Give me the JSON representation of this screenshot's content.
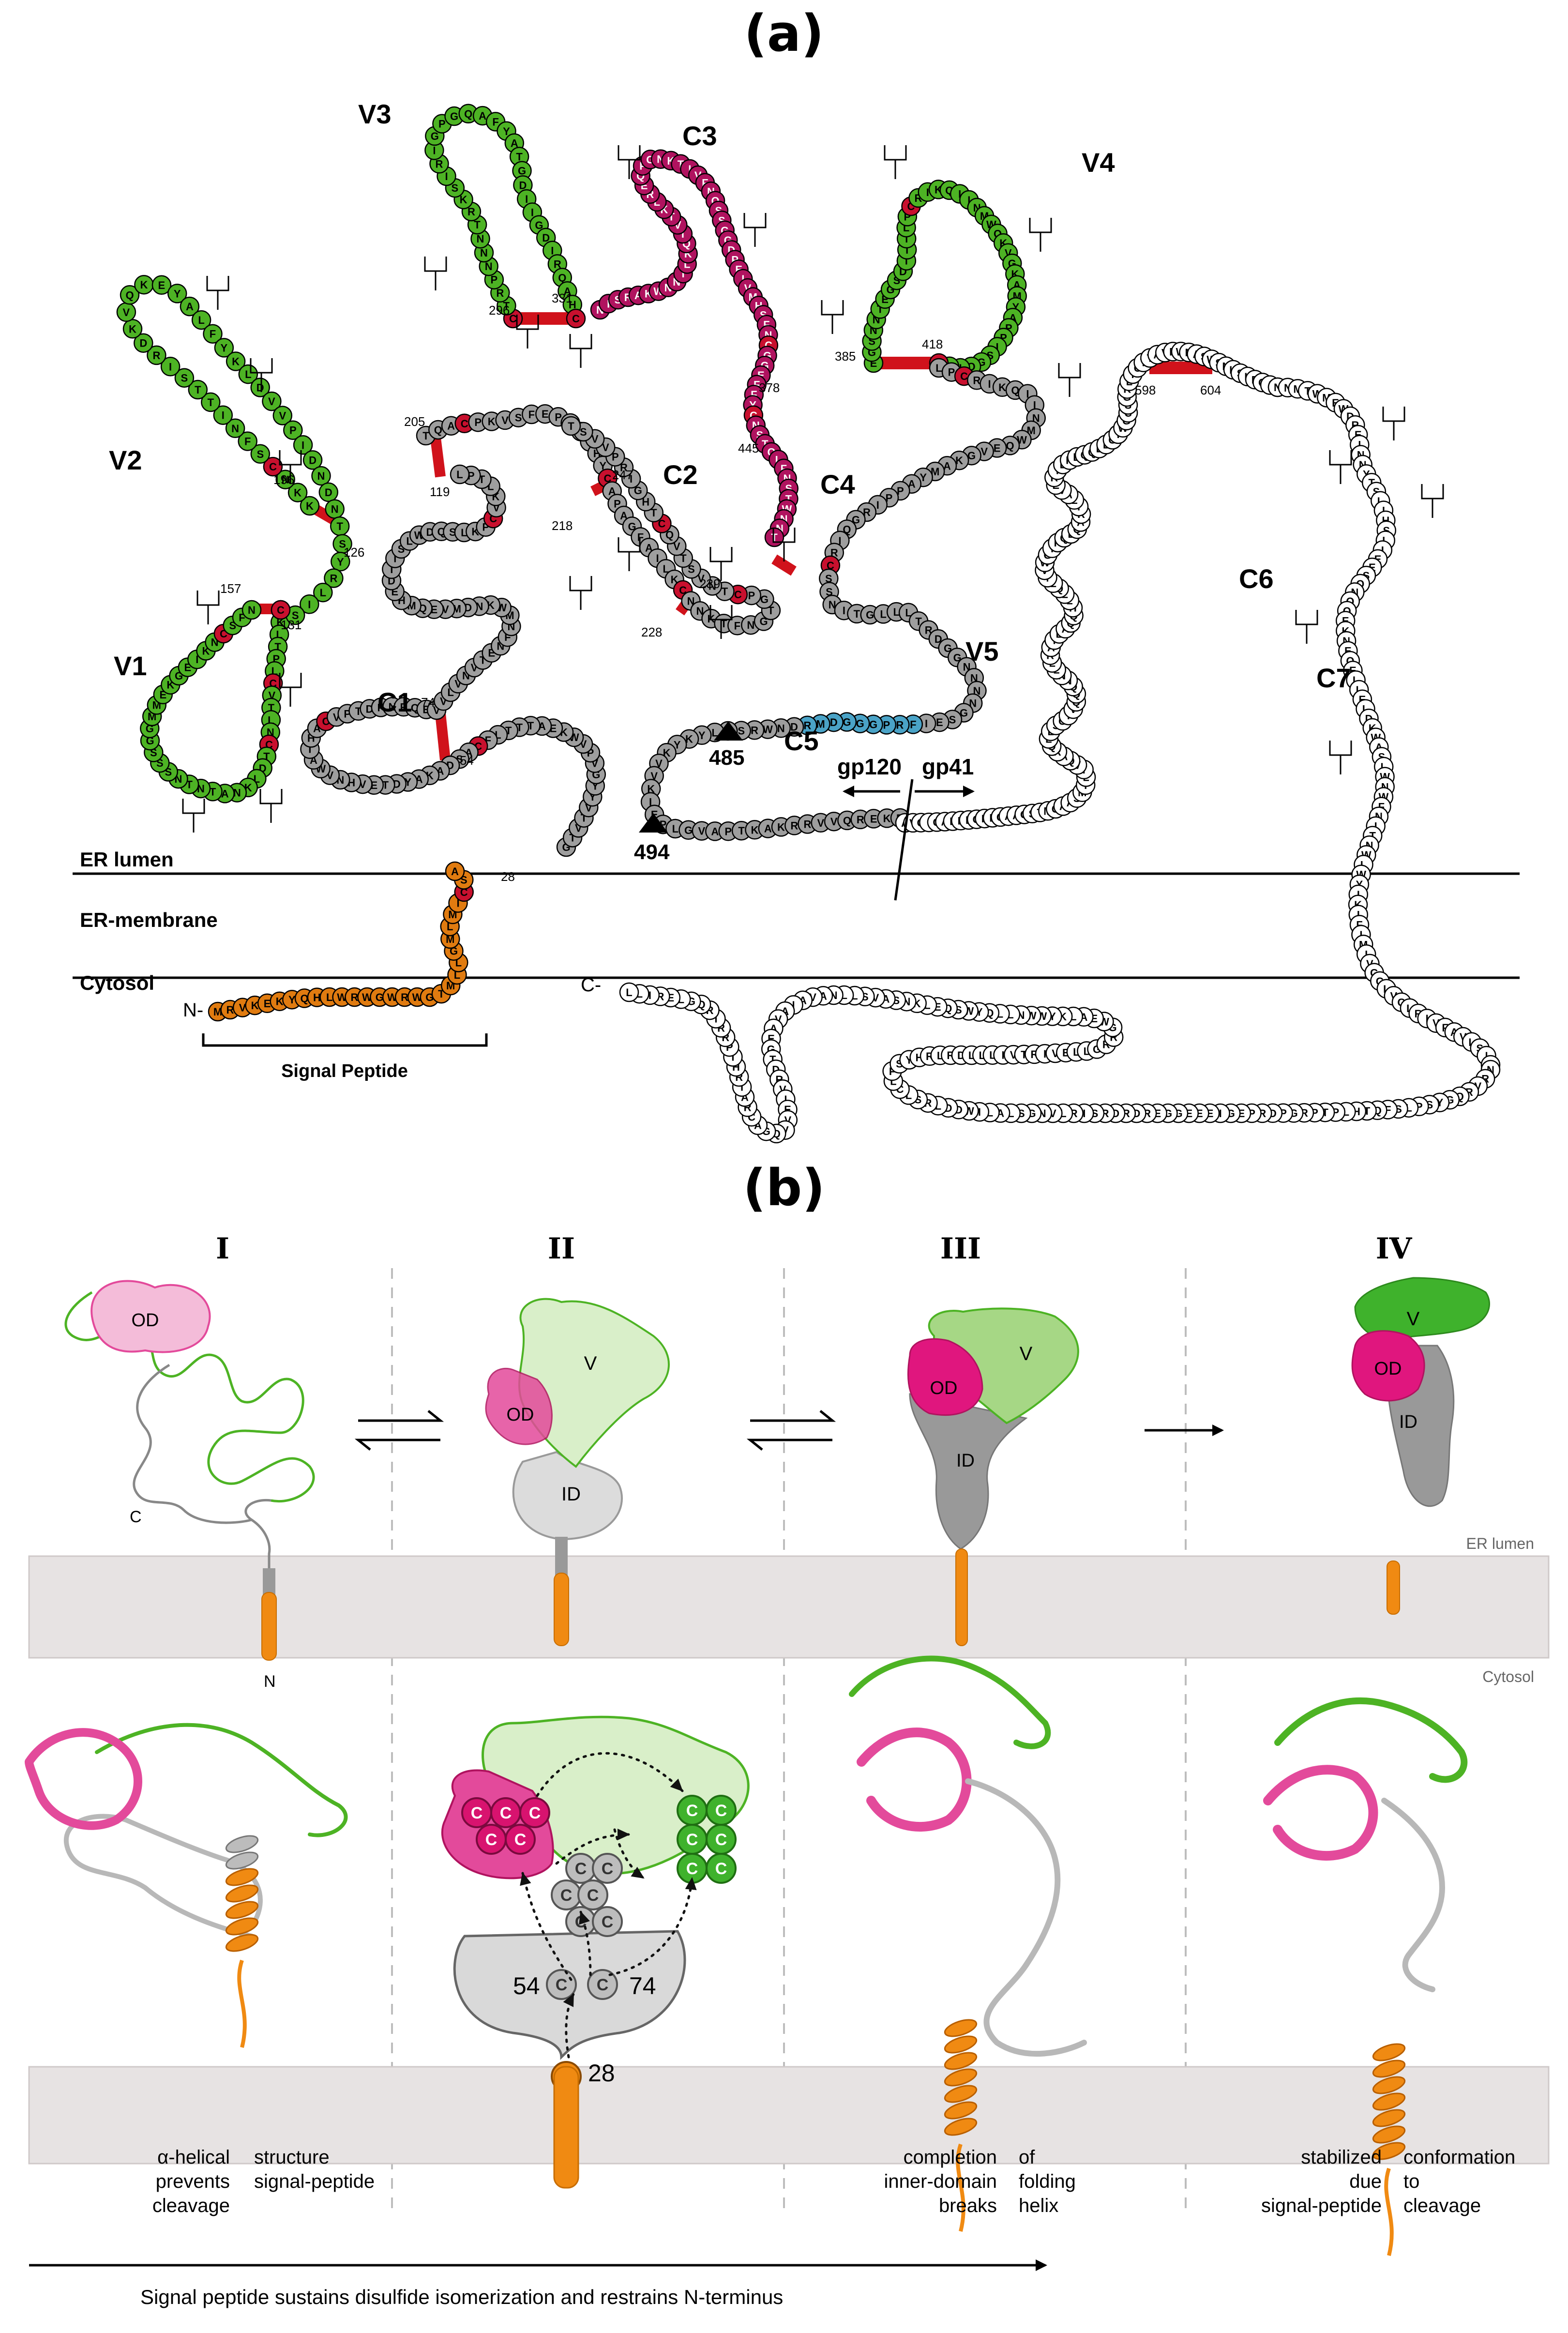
{
  "panel_a": {
    "label": "(a)",
    "regions": {
      "v1": "V1",
      "v2": "V2",
      "v3": "V3",
      "v4": "V4",
      "v5": "V5",
      "c1": "C1",
      "c2": "C2",
      "c3": "C3",
      "c4": "C4",
      "c5": "C5",
      "c6": "C6",
      "c7": "C7"
    },
    "cys_labels": [
      "296",
      "331",
      "385",
      "418",
      "378",
      "445",
      "205",
      "196",
      "126",
      "119",
      "157",
      "131",
      "247",
      "218",
      "239",
      "228",
      "74",
      "54",
      "598",
      "604",
      "28"
    ],
    "arrow_labels": [
      "485",
      "494"
    ],
    "cleavage": {
      "left": "gp120",
      "right": "gp41"
    },
    "compartments": {
      "lumen": "ER lumen",
      "membrane": "ER-membrane",
      "cytosol": "Cytosol"
    },
    "termini": {
      "n": "N-",
      "c": "C-"
    },
    "signal_peptide": "Signal Peptide",
    "colors": {
      "variable": "#4db324",
      "outer": "#b0135f",
      "inner": "#9e9e9e",
      "bridge": "#c8102e",
      "signal": "#e07b10",
      "c5_blue": "#4aa3c7"
    },
    "segments": {
      "v3": "CTRPNNNTRKSIRIGPGQAFYATGDIIGDIRQAHC",
      "c3_top": "NISRAKWNNTLKQIVTKLREQFGNKTIVFNQSSGGDPEIVMHSFNCGGEFFYCNSTQLFNSTWNNT",
      "v4": "EGSNNTEGSDTITLPCRIKQIINMWQKVGKAMYAPPISGQIRC",
      "v2": "KKNCSFNITTSIRDKVQKEYALFYKLDVVPIDNDNTSYRLISC",
      "v1": "VKLTPLCVTLNCTDLKNATNTNSSSGGMMEKGEIKNCSFN",
      "c2": "TQACPKVSFEPIPIHYCAPAGFAILKCNNKTFNGTGPCTNVSTVQCTHGIRPVVST",
      "c1": "GTVTVYYGVPVWKEATTTLFCASDAKAYDTEVHNVWATHACVPTDPNPQEVVLVNVTENFNMWKNDMVEQMHEDIISLWDQSLKPCVKLTPL",
      "c5": "LPCRIKQIINMWQEVGKAMYAPPIRGQIRCSSNITGLLLTRDGGNNNNGSEIFRPGGGDMRDNWRSELYKYKVVKIEPLGVAPTKAKRRVVQREKR",
      "c6": "AVGIGALFLGFLGAAGSTMGAASMTLTVQARQLLSGIVQQQNNLLRAIEAQQHLLQLTVWGIKQLQARILAVERYLKDQQLLGIWGCSGKLICTTAVPWNASWSNKSLEQIW",
      "c7": "NNMTWMEWDREINNYTSLIHSLIEESQNQQEKNEQELLELDKWASLWNWFNITNWLWYIKIFIMIVGGLVGLRIVFAVLSIV",
      "cyt": "NRVRQGYSPLSFQTHLPTPRGPDRPEGIEEEGGERDRDRSIRLVNGSLALIWDDLRSLCLFSYHRLRDLLLIVTRIVELLGRRGWEALKYWWNLLQYWSQELKNSAVSLLNAVAIAVAEGTDRVIEVVQGACRAIRHIPRRIRQGLERILL",
      "signal": "MRVKEKYQHLWRWGWRWGTMLLGMLMICSA",
      "glycan": "Y"
    }
  },
  "panel_b": {
    "label": "(b)",
    "stages": [
      "I",
      "II",
      "III",
      "IV"
    ],
    "domain_labels": {
      "od": "OD",
      "v": "V",
      "id": "ID"
    },
    "termini": {
      "c": "C",
      "n": "N"
    },
    "compartments": {
      "lumen": "ER lumen",
      "cytosol": "Cytosol"
    },
    "cys_letter": "C",
    "cys_numbers": [
      "54",
      "74",
      "28"
    ],
    "captions": {
      "cap1": [
        "α-helical",
        "structure",
        "prevents",
        "signal-peptide",
        "cleavage"
      ],
      "cap3": [
        "completion",
        "of",
        "inner-domain",
        "folding",
        "breaks",
        "helix"
      ],
      "cap4": [
        "stabilized",
        "conformation",
        "due",
        "to",
        "signal-peptide",
        "cleavage"
      ]
    },
    "bottom_arrow": "Signal peptide sustains disulfide isomerization and restrains N-terminus",
    "colors": {
      "od": "#e34a9b",
      "od_light": "#f4bcd9",
      "v": "#4db324",
      "v_light": "#d9efc9",
      "id": "#b8b8b8",
      "id_light": "#dcdcdc",
      "membrane": "#e7e3e3",
      "helix": "#f08a12"
    }
  }
}
